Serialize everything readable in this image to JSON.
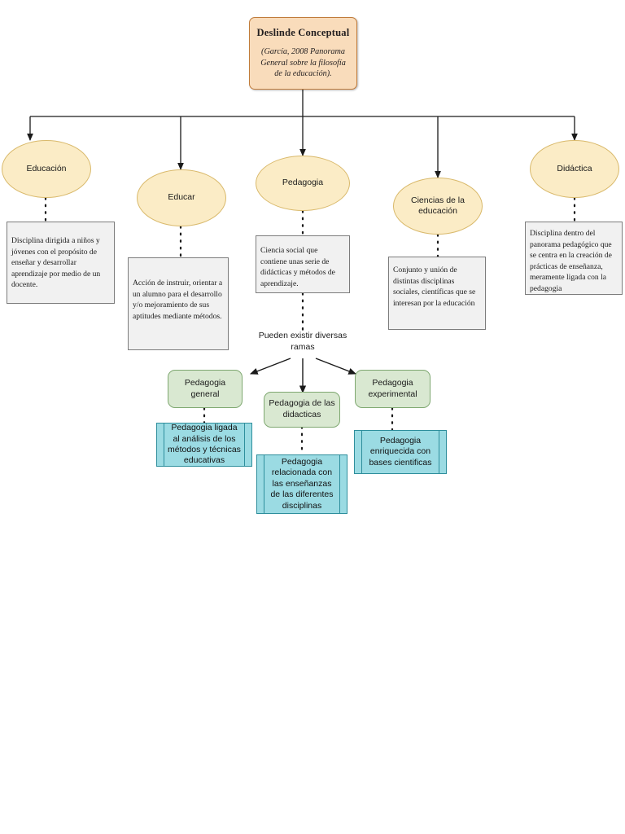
{
  "diagram": {
    "type": "concept-map",
    "language": "es",
    "root": {
      "title": "Deslinde Conceptual",
      "subtitle": "(García, 2008 Panorama General sobre la filosofía de la educación)."
    },
    "branches": [
      {
        "id": "educacion",
        "label": "Educación",
        "description": "Disciplina dirigida a niños y jóvenes con el propósito de enseñar y desarrollar aprendizaje por medio de un docente."
      },
      {
        "id": "educar",
        "label": "Educar",
        "description": "Acción de instruir, orientar  a un alumno para el desarrollo y/o mejoramiento  de sus aptitudes  mediante métodos."
      },
      {
        "id": "pedagogia",
        "label": "Pedagogia",
        "description": "Ciencia social que contiene unas serie de didácticas y métodos de aprendizaje."
      },
      {
        "id": "ciencias-de-la-educacion",
        "label": "Ciencias de la educación",
        "description": "Conjunto y unión de distintas disciplinas sociales, científicas que se interesan por la educación"
      },
      {
        "id": "didactica",
        "label": "Didáctica",
        "description": "Disciplina dentro del panorama pedagógico que se centra en la creación de prácticas de enseñanza, meramente ligada con la pedagogia"
      }
    ],
    "connector_label": "Pueden existir diversas ramas",
    "sub_branches": [
      {
        "id": "pedagogia-general",
        "label": "Pedagogia general",
        "note": "Pedagogia ligada al análisis de los métodos y técnicas educativas"
      },
      {
        "id": "pedagogia-de-las-didacticas",
        "label": "Pedagogia de las didacticas",
        "note": "Pedagogia relacionada con las enseñanzas de las diferentes disciplinas"
      },
      {
        "id": "pedagogia-experimental",
        "label": "Pedagogia experimental",
        "note": "Pedagogia enriquecida con bases cientificas"
      }
    ],
    "colors": {
      "root_fill": "#F9DCBB",
      "root_border": "#C07B3A",
      "ellipse_fill": "#FBECC6",
      "ellipse_border": "#D9B96B",
      "desc_fill": "#F1F1F1",
      "desc_border": "#7C7C7C",
      "green_fill": "#D9E8D1",
      "green_border": "#7FA871",
      "cyan_fill": "#9BDBE3",
      "cyan_border": "#2E8E9C",
      "line": "#1a1a1a",
      "background": "#FFFFFF"
    }
  }
}
